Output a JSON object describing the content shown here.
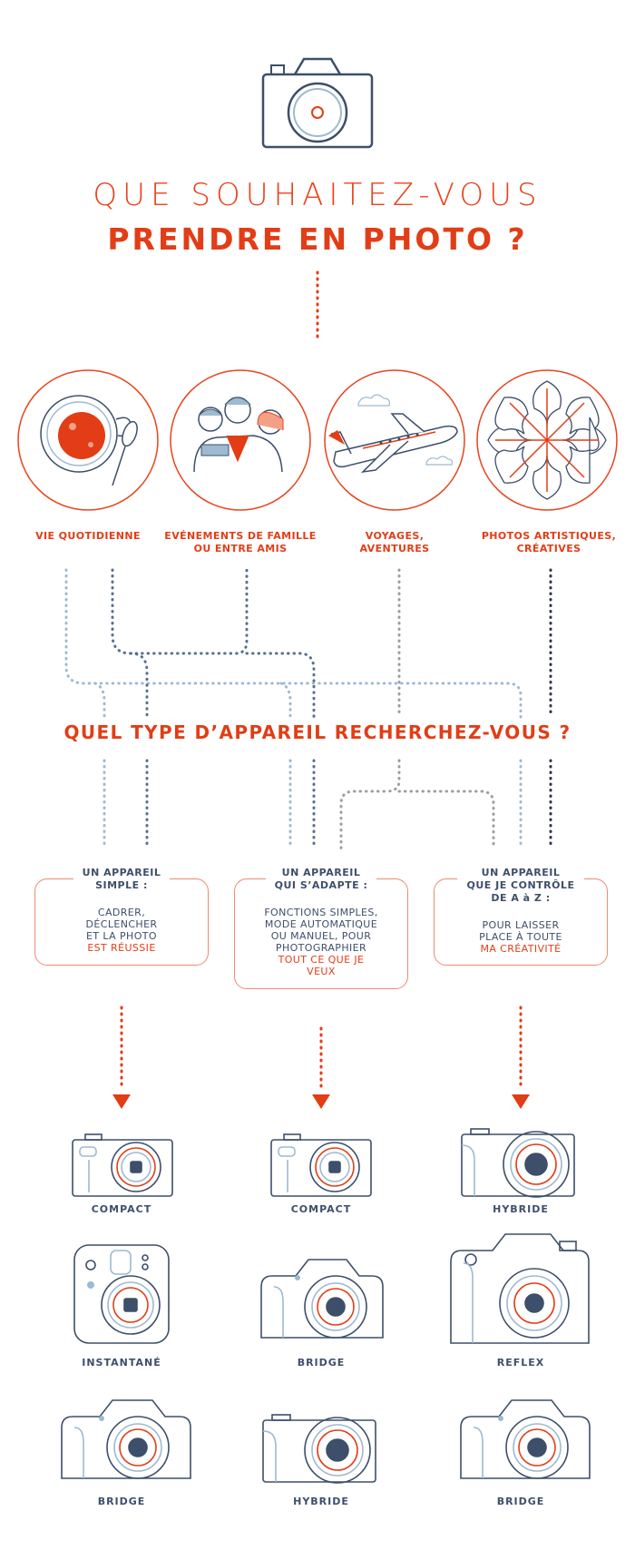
{
  "header": {
    "icon": "camera-icon",
    "title_line1": "QUE SOUHAITEZ-VOUS",
    "title_line2": "PRENDRE EN PHOTO ?"
  },
  "categories": [
    {
      "icon": "coffee-cup-icon",
      "label_line1": "VIE QUOTIDIENNE",
      "label_line2": ""
    },
    {
      "icon": "family-icon",
      "label_line1": "EVÉNEMENTS DE FAMILLE",
      "label_line2": "OU ENTRE AMIS"
    },
    {
      "icon": "airplane-icon",
      "label_line1": "VOYAGES,",
      "label_line2": "AVENTURES"
    },
    {
      "icon": "kaleidoscope-leaves-icon",
      "label_line1": "PHOTOS ARTISTIQUES,",
      "label_line2": "CRÉATIVES"
    }
  ],
  "question": "QUEL TYPE D’APPAREIL RECHERCHEZ-VOUS ?",
  "choices": [
    {
      "head": [
        "UN APPAREIL",
        "SIMPLE :"
      ],
      "body": [
        "CADRER,",
        "DÉCLENCHER",
        "ET LA PHOTO"
      ],
      "body_em": [
        "EST RÉUSSIE"
      ]
    },
    {
      "head": [
        "UN APPAREIL",
        "QUI S’ADAPTE :"
      ],
      "body": [
        "FONCTIONS SIMPLES,",
        "MODE AUTOMATIQUE",
        "OU MANUEL, POUR",
        "PHOTOGRAPHIER"
      ],
      "body_em": [
        "TOUT CE QUE JE",
        "VEUX"
      ]
    },
    {
      "head": [
        "UN APPAREIL",
        "QUE JE CONTRÔLE",
        "DE A à Z :"
      ],
      "body": [
        "POUR LAISSER",
        "PLACE À TOUTE"
      ],
      "body_em": [
        "MA CRÉATIVITÉ"
      ]
    }
  ],
  "cameras": [
    [
      "COMPACT",
      "INSTANTANÉ",
      "BRIDGE"
    ],
    [
      "COMPACT",
      "BRIDGE",
      "HYBRIDE"
    ],
    [
      "HYBRIDE",
      "REFLEX",
      "BRIDGE"
    ]
  ],
  "colors": {
    "accent": "#e23d16",
    "navy": "#3d4f6a",
    "light_blue": "#9dbad0",
    "mid_blue": "#55708f",
    "gray": "#9a9ea5",
    "dark": "#2b3446"
  }
}
